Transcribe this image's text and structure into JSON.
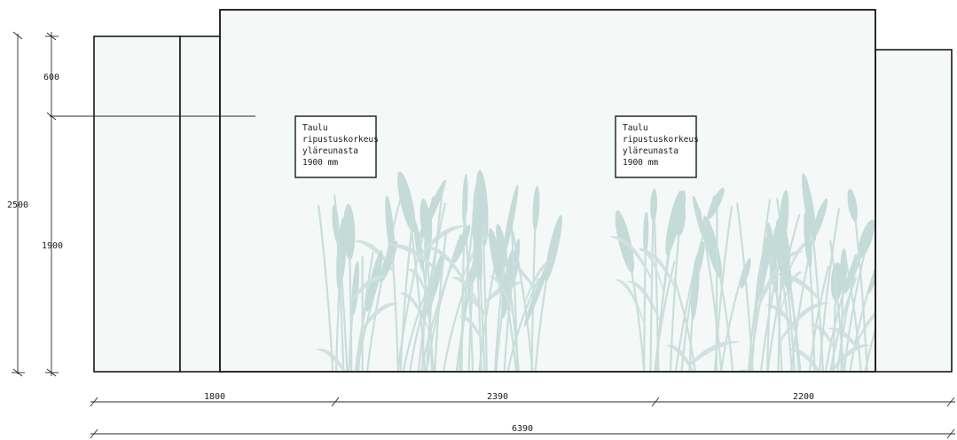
{
  "dimensions": {
    "total_height": "2500",
    "top_offset": "600",
    "hanging_height": "1900",
    "width_left": "1800",
    "width_middle": "2390",
    "width_right": "2200",
    "total_width": "6390"
  },
  "labels": [
    {
      "line1": "Taulu",
      "line2": "ripustuskorkeus",
      "line3": "yläreunasta",
      "line4": "1900  mm"
    },
    {
      "line1": "Taulu",
      "line2": "ripustuskorkeus",
      "line3": "yläreunasta",
      "line4": "1900  mm"
    }
  ],
  "colors": {
    "line": "#1a1a1a",
    "panel_fill": "#f4f8f7",
    "reed_tint": "#c9dedb"
  },
  "decoration": {
    "background_motif": "reed-grass-silhouette"
  }
}
